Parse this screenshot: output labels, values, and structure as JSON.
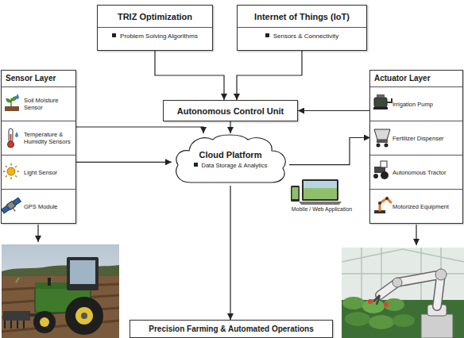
{
  "diagram": {
    "nodes": [
      {
        "text": [
          "TRIZ Optimization",
          "Problem Solving Algorithms"
        ]
      },
      {
        "text": [
          "Internet of Things (IoT)",
          "Sensors & Connectivity"
        ]
      },
      {
        "text": [
          "Sensor Layer"
        ]
      },
      {
        "text": [
          "Soil Moisture Sensor"
        ],
        "in": 2
      },
      {
        "text": [
          "Temperature & Humidity Sensors"
        ],
        "in": 2
      },
      {
        "text": [
          "Light Sensor"
        ],
        "in": 2
      },
      {
        "text": [
          "GPS Module"
        ],
        "in": 2
      },
      {
        "text": [
          "Autonomous Control Unit"
        ]
      },
      {
        "text": [
          "Actuator Layer"
        ]
      },
      {
        "text": [
          "Irrigation Pump"
        ],
        "in": 8
      },
      {
        "text": [
          "Fertilizer Dispenser"
        ],
        "in": 8
      },
      {
        "text": [
          "Autonomous Tractor"
        ],
        "in": 8
      },
      {
        "text": [
          "Motorized Equipment"
        ],
        "in": 8
      },
      {
        "text": [
          "Cloud Platform",
          "Data Storage & Analytics"
        ]
      },
      {
        "text": [
          "Precision Farming & Automated Operations"
        ]
      }
    ],
    "edges": [
      {
        "from": 0,
        "to": 7,
        "arrow": "to"
      },
      {
        "from": 1,
        "to": 7,
        "arrow": "to"
      },
      {
        "from": 9,
        "to": 7,
        "arrow": "to"
      },
      {
        "from": 7,
        "to": 13,
        "arrow": "to"
      },
      {
        "from": 4,
        "to": 13,
        "arrow": "to"
      },
      {
        "from": 5,
        "to": 13,
        "arrow": "to"
      },
      {
        "from": 13,
        "to": 10,
        "arrow": "to"
      },
      {
        "from": 13,
        "to": 14,
        "arrow": "to"
      }
    ],
    "labels": [
      "Mobile / Web Application"
    ]
  }
}
